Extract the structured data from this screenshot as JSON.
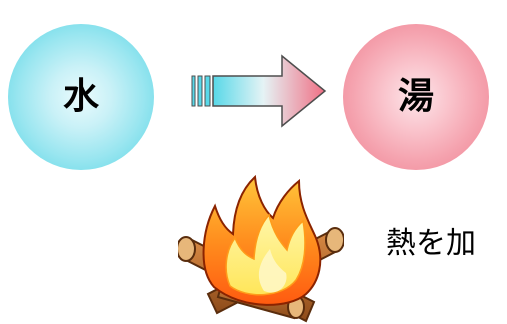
{
  "diagram": {
    "source": {
      "label": "水",
      "color": "#7fdde9"
    },
    "target": {
      "label": "湯",
      "color": "#f59aa7"
    },
    "caption": "熱を加"
  },
  "icons": {
    "transition": "right-arrow-icon",
    "heat": "campfire-icon"
  }
}
